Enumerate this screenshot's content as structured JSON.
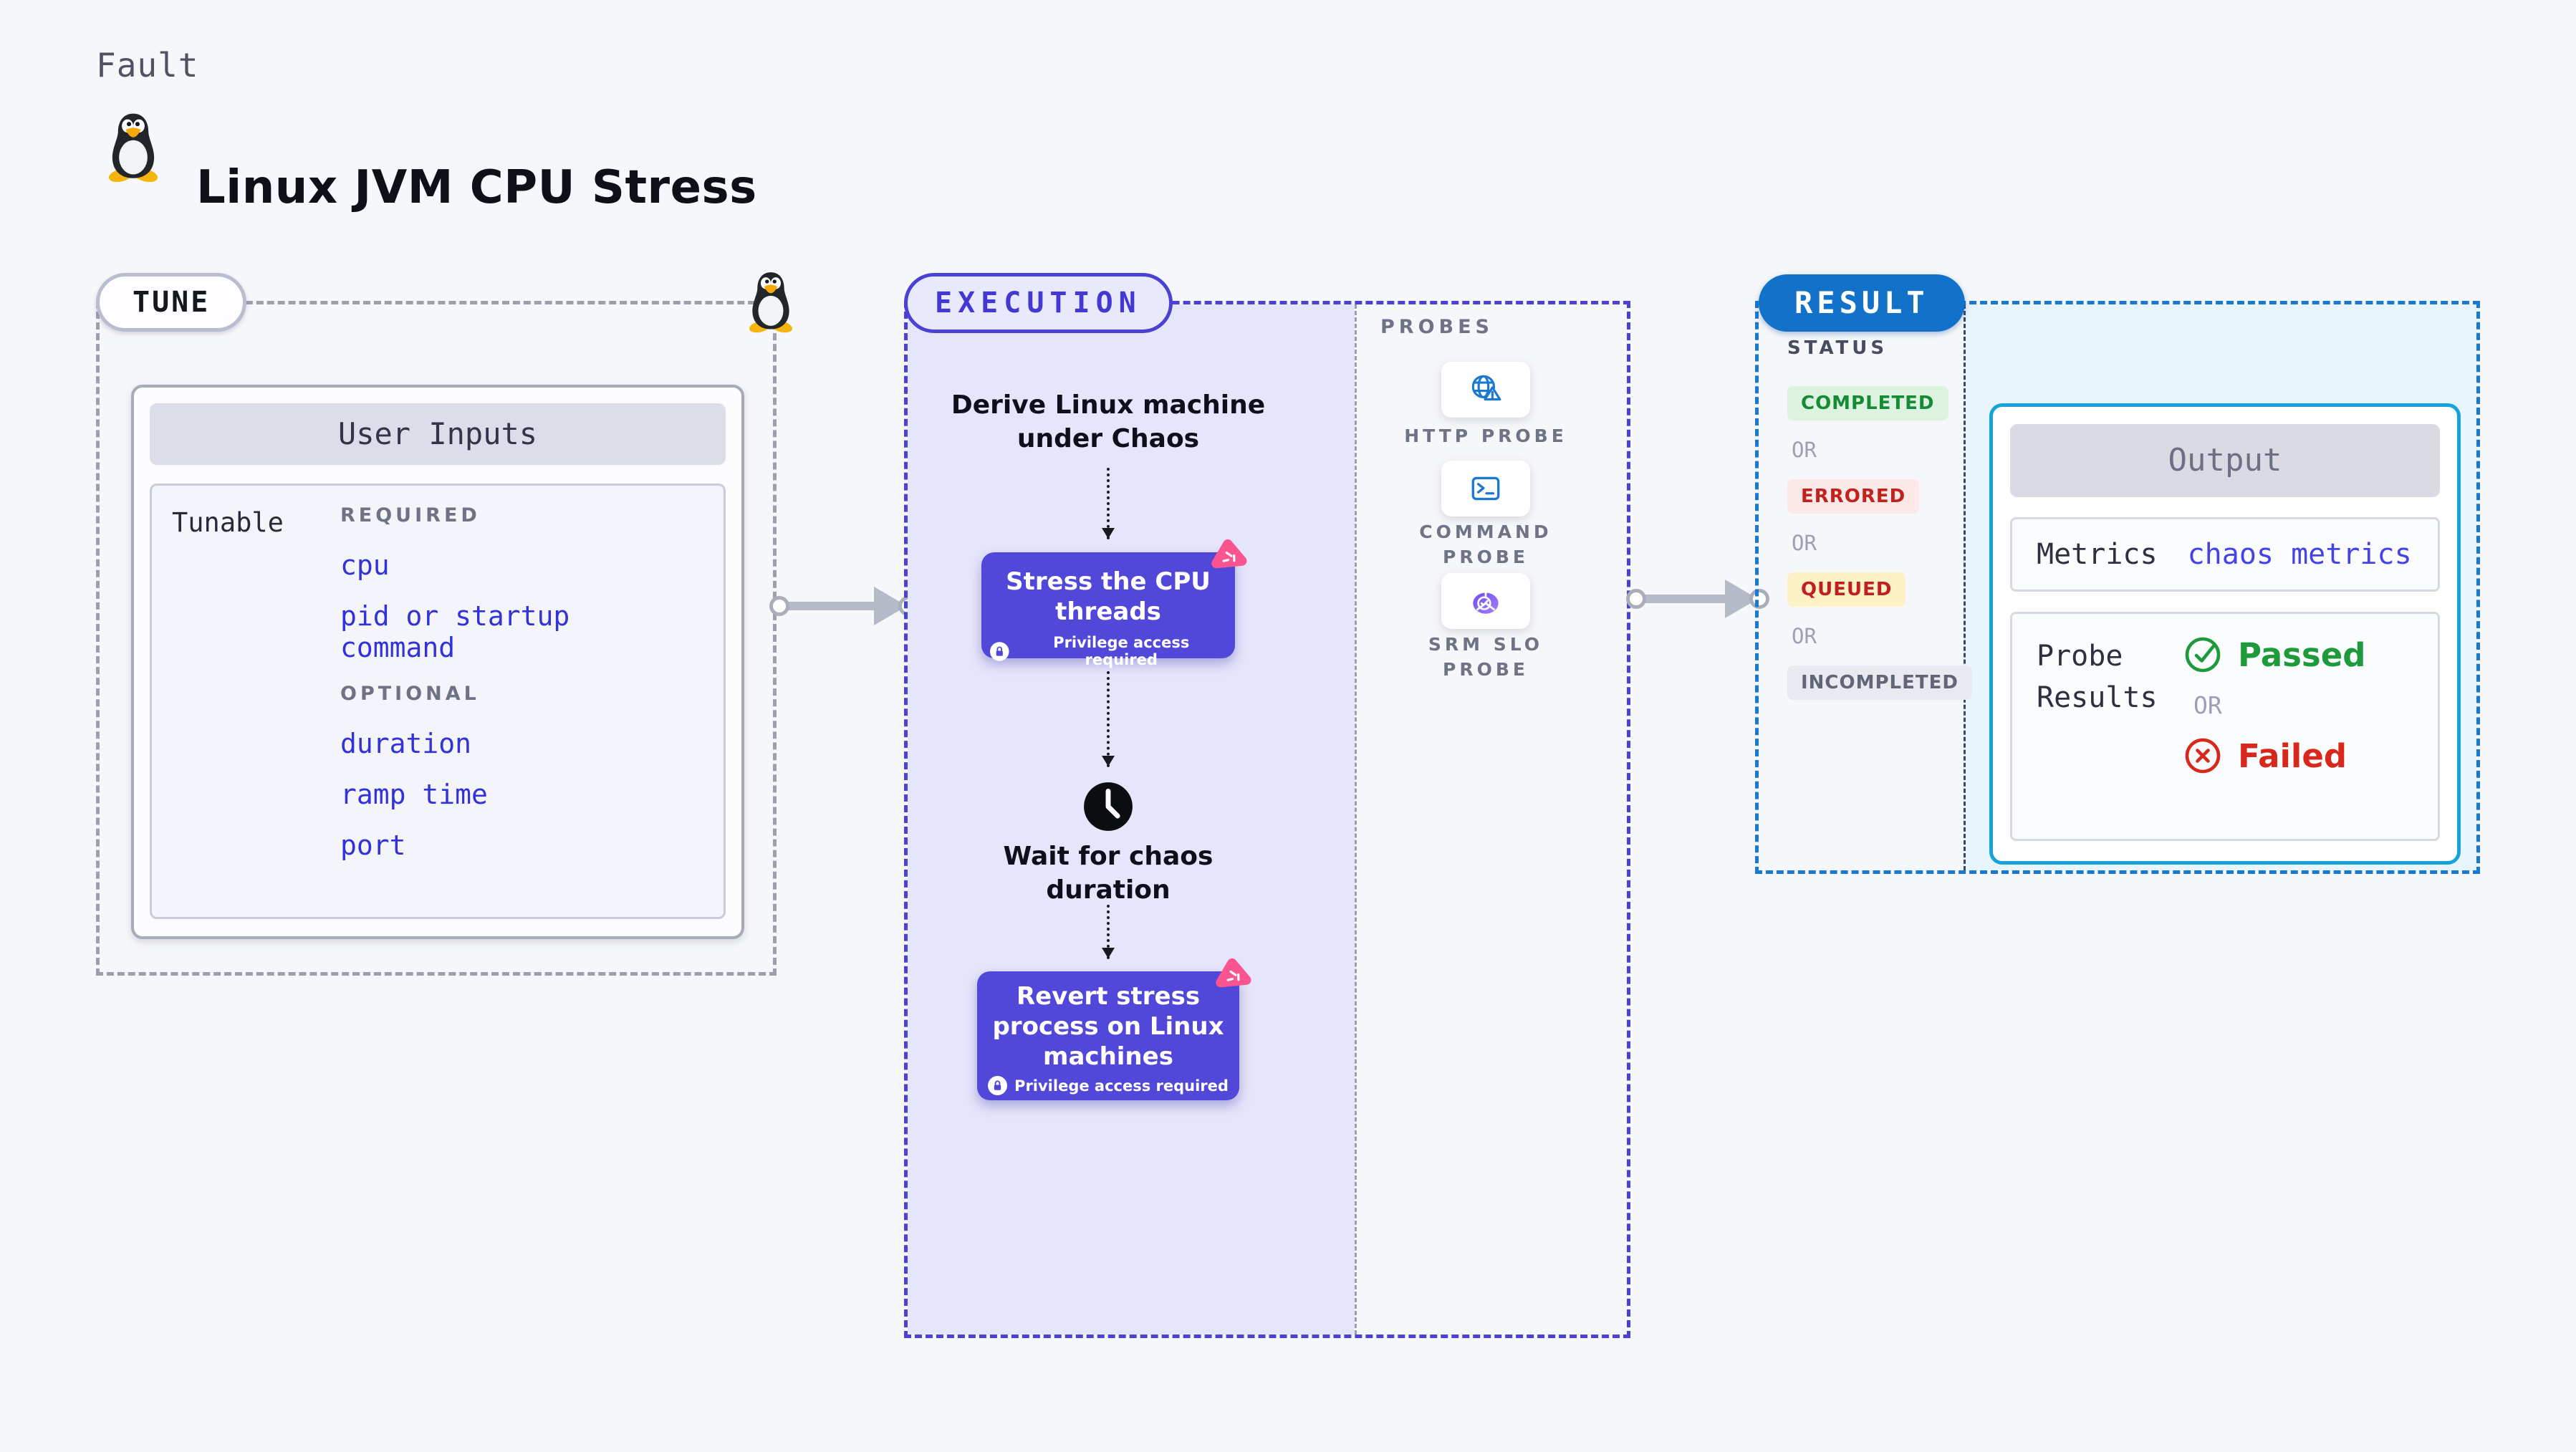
{
  "header": {
    "eyebrow": "Fault",
    "title": "Linux JVM CPU Stress",
    "icon": "linux-penguin"
  },
  "tune": {
    "badge": "TUNE",
    "table_title": "User Inputs",
    "row_label": "Tunable",
    "required_heading": "REQUIRED",
    "required_items": [
      "cpu",
      "pid or startup command"
    ],
    "optional_heading": "OPTIONAL",
    "optional_items": [
      "duration",
      "ramp time",
      "port"
    ]
  },
  "execution": {
    "badge": "EXECUTION",
    "start_label": "Derive Linux machine under Chaos",
    "privilege_note": "Privilege access required",
    "steps": [
      {
        "title": "Stress the CPU threads",
        "privileged": true
      },
      {
        "title": "Wait for chaos duration",
        "icon": "clock"
      },
      {
        "title": "Revert stress process on Linux machines",
        "privileged": true
      }
    ]
  },
  "probes": {
    "heading": "PROBES",
    "items": [
      {
        "label": "HTTP PROBE",
        "icon": "globe-alert-icon"
      },
      {
        "label": "COMMAND PROBE",
        "icon": "terminal-icon"
      },
      {
        "label": "SRM SLO PROBE",
        "icon": "slo-donut-icon"
      }
    ]
  },
  "result": {
    "badge": "RESULT",
    "status_heading": "STATUS",
    "or_label": "OR",
    "statuses": [
      {
        "label": "COMPLETED",
        "bg": "#dcf3df",
        "color": "#178a35"
      },
      {
        "label": "ERRORED",
        "bg": "#fce8e6",
        "color": "#c2221d"
      },
      {
        "label": "QUEUED",
        "bg": "#fdf1c5",
        "color": "#c01f1f"
      },
      {
        "label": "INCOMPLETED",
        "bg": "#e9eaef",
        "color": "#606678"
      }
    ],
    "output": {
      "title": "Output",
      "metrics_label": "Metrics",
      "metrics_value": "chaos metrics",
      "probe_results_label": "Probe Results",
      "passed_label": "Passed",
      "or_label": "OR",
      "failed_label": "Failed"
    }
  },
  "colors": {
    "accent_indigo": "#4b42d4",
    "step_box_purple": "#5147d8",
    "chaos_pink": "#fb5590",
    "result_blue": "#1272c9",
    "result_border_blue": "#1878d2",
    "output_border_cyan": "#16a3da",
    "link_indigo": "#3232d8",
    "passed_green": "#1d9a3a",
    "failed_red": "#d8281c",
    "execution_bg": "#e5e5fb",
    "result_bg": "#e8f5fc"
  }
}
